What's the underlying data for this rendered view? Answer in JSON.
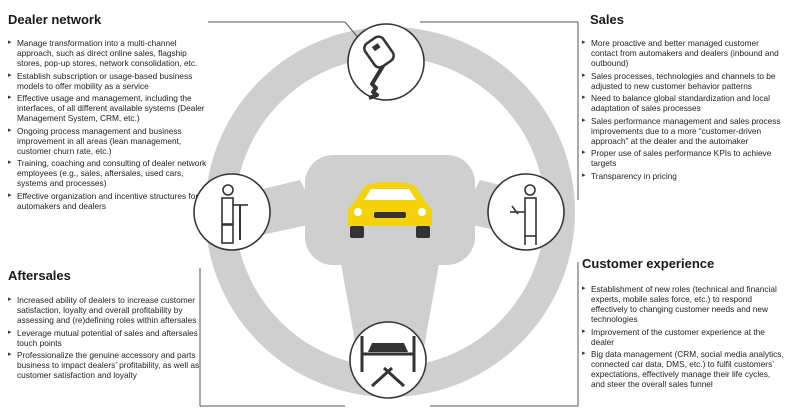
{
  "dealer_network": {
    "title": "Dealer network",
    "items": [
      "Manage transformation into a multi-channel approach, such as direct online sales, flagship stores, pop-up stores, network consolidation, etc.",
      "Establish subscription or usage-based business models to offer mobility as a service",
      "Effective usage and management, including the interfaces, of all different available systems (Dealer Management System, CRM, etc.)",
      "Ongoing process management and business improvement in all areas (lean management, customer churn rate, etc.)",
      "Training, coaching and consulting of dealer network employees (e.g., sales, aftersales, used cars, systems and processes)",
      "Effective organization and incentive structures for automakers and dealers"
    ]
  },
  "aftersales": {
    "title": "Aftersales",
    "items": [
      "Increased ability of dealers to increase customer satisfaction, loyalty and overall profitability by assessing and (re)defining roles within aftersales",
      "Leverage mutual potential of sales and aftersales touch points",
      "Professionalize the genuine accessory and parts business to impact dealers’ profitability, as well as customer satisfaction and loyalty"
    ]
  },
  "sales": {
    "title": "Sales",
    "items": [
      "More proactive and better managed customer contact from automakers and dealers (inbound and outbound)",
      "Sales processes, technologies and channels to be adjusted to new customer behavior patterns",
      "Need to balance global standardization and local adaptation of sales processes",
      "Sales performance management and sales process improvements due to a more “customer-driven approach” at the dealer and the automaker",
      "Proper use of sales performance KPIs to achieve targets",
      "Transparency in pricing"
    ]
  },
  "customer_experience": {
    "title": "Customer experience",
    "items": [
      "Establishment of new roles (technical and financial experts, mobile sales force, etc.) to respond effectively to changing customer needs and new technologies",
      "Improvement of the customer experience at the dealer",
      "Big data management (CRM, social media analytics, connected car data, DMS, etc.) to fulfil customers’ expectations, effectively manage their life cycles, and steer the overall sales funnel"
    ]
  },
  "icons": {
    "top": "key-icon",
    "left": "employee-at-desk-icon",
    "right": "salesperson-at-counter-icon",
    "bottom": "car-lift-tools-icon",
    "center": "car-icon"
  },
  "colors": {
    "wheel": "#cfcfcf",
    "hub_car": "#f5d20a",
    "outline": "#333333"
  }
}
